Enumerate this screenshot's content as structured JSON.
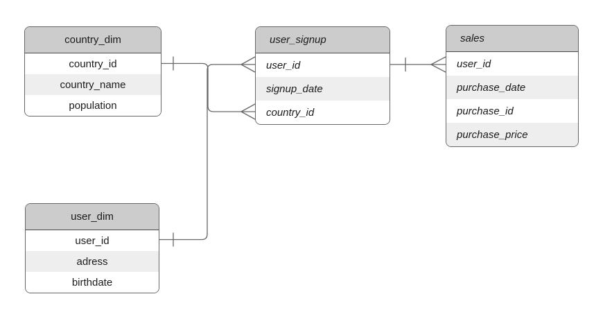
{
  "diagram": {
    "type": "entity-relationship-diagram",
    "tables": [
      {
        "title": "country_dim",
        "style": "dimension",
        "italic": false,
        "rows": [
          "country_id",
          "country_name",
          "population"
        ]
      },
      {
        "title": "user_dim",
        "style": "dimension",
        "italic": false,
        "rows": [
          "user_id",
          "adress",
          "birthdate"
        ]
      },
      {
        "title": "user_signup",
        "style": "fact",
        "italic": true,
        "rows": [
          "user_id",
          "signup_date",
          "country_id"
        ]
      },
      {
        "title": "sales",
        "style": "fact",
        "italic": true,
        "rows": [
          "user_id",
          "purchase_date",
          "purchase_id",
          "purchase_price"
        ]
      }
    ],
    "relationships": [
      {
        "from_table": "country_dim",
        "from_field": "country_id",
        "from_cardinality": "one",
        "to_table": "user_signup",
        "to_field": "country_id",
        "to_cardinality": "many",
        "notation": "crow-foot"
      },
      {
        "from_table": "user_dim",
        "from_field": "user_id",
        "from_cardinality": "one",
        "to_table": "user_signup",
        "to_field": "user_id",
        "to_cardinality": "many",
        "notation": "crow-foot"
      },
      {
        "from_table": "user_signup",
        "from_field": "user_id",
        "from_cardinality": "one",
        "to_table": "sales",
        "to_field": "user_id",
        "to_cardinality": "many",
        "notation": "crow-foot"
      }
    ],
    "colors": {
      "header_fill": "#cccccc",
      "row_fill": "#ffffff",
      "alt_row_fill": "#eeeeee",
      "border": "#666666",
      "line": "#666666",
      "text": "#1a1a1a",
      "background": "#ffffff"
    }
  }
}
